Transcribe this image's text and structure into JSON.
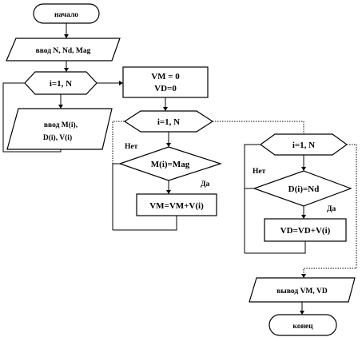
{
  "flowchart": {
    "start": "начало",
    "input_params": "ввод N, Nd, Mag",
    "loop_input": "i=1, N",
    "input_arrays_line1": "ввод M(i),",
    "input_arrays_line2": "D(i), V(i)",
    "init_line1": "VM = 0",
    "init_line2": "VD=0",
    "loop_vm": "i=1, N",
    "cond_vm": "M(i)=Mag",
    "cond_vm_no": "Нет",
    "cond_vm_yes": "Да",
    "assign_vm": "VM=VM+V(i)",
    "loop_vd": "i=1, N",
    "cond_vd": "D(i)=Nd",
    "cond_vd_no": "Нет",
    "cond_vd_yes": "Да",
    "assign_vd": "VD=VD+V(i)",
    "output": "вывод VM, VD",
    "end": "конец"
  }
}
